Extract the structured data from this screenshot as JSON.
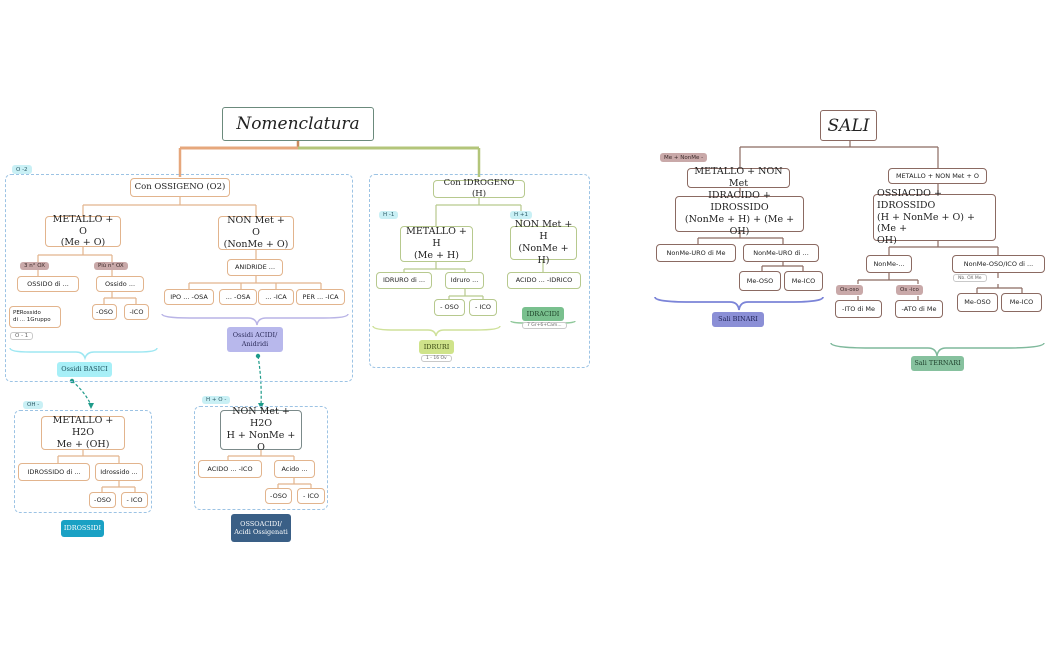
{
  "title": "Nomenclatura",
  "sali_title": "SALI",
  "tags": {
    "o_minus2": "O -2",
    "ox_plus3": "3 n° OX",
    "ox_piu": "Più n° OX",
    "o_range": "O - 1",
    "oh": "OH -",
    "h_o": "H +    O -",
    "h_minus1": "H -1",
    "h_plus1": "H +1",
    "idruri_note": "1 - 16 Ov",
    "idracidi_note": "7 Gr+6+Cam...",
    "me_nonme": "Me +   NonMe -",
    "os_oso": "Os-oso",
    "os_ico": "Os -ico",
    "nb_ox": "Nb. OX Me"
  },
  "ossigeno": {
    "head": "Con OSSIGENO (O2)",
    "metallo_o": "METALLO + O\n(Me + O)",
    "nonmet_o": "NON Met + O\n(NonMe + O)",
    "ossido_di": "OSSIDO di ...",
    "ossido": "Ossido ...",
    "perossido": "PERossido\ndi ... 1Gruppo",
    "oso": "-OSO",
    "ico": "-ICO",
    "anidride": "ANIDRIDE ...",
    "ipo_osa": "IPO ... -OSA",
    "osa": "... -OSA",
    "ica": "... -ICA",
    "per_ica": "PER ... -ICA",
    "ossidi_basici": "Ossidi BASICI",
    "ossidi_acidi": "Ossidi ACIDI/\nAnidridi"
  },
  "idrossidi": {
    "head": "METALLO + H2O\nMe + (OH)",
    "idrossido_di": "IDROSSIDO di ...",
    "idrossido": "Idrossido ...",
    "oso": "-OSO",
    "ico": "- ICO",
    "label": "IDROSSIDI"
  },
  "ossoacidi": {
    "head": "NON Met + H2O\nH + NonMe + O",
    "acido_ico": "ACIDO ... -ICO",
    "acido": "Acido ...",
    "oso": "-OSO",
    "ico": "- ICO",
    "label": "OSSOACIDI/\nAcidi Ossigenati"
  },
  "idrogeno": {
    "head": "Con IDROGENO (H)",
    "metallo_h": "METALLO + H\n(Me + H)",
    "nonmet_h": "NON Met + H\n(NonMe + H)",
    "idruro_di": "IDRURO di ...",
    "idruro": "Idruro ...",
    "oso": "- OSO",
    "ico": "- ICO",
    "acido_idrico": "ACIDO ... -IDRICO",
    "idruri": "IDRURI",
    "idracidi": "IDRACIDI"
  },
  "sali": {
    "metallo_nonmet": "METALLO + NON Met",
    "metallo_nonmet_o": "METALLO + NON Met + O",
    "idracido_idrossido": "IDRACIDO + IDROSSIDO\n(NonMe + H) + (Me + OH)",
    "ossiacido_idrossido": "OSSIACDO + IDROSSIDO\n(H + NonMe + O) + (Me +\nOH)",
    "nonme_uro_di_me": "NonMe-URO di Me",
    "nonme_uro_di": "NonMe-URO di ...",
    "me_oso": "Me-OSO",
    "me_ico": "Me-ICO",
    "nonme": "NonMe-...",
    "nonme_oso_ico_di": "NonMe-OSO/ICO di ...",
    "ito_di_me": "-ITO di Me",
    "ato_di_me": "-ATO di Me",
    "me_oso2": "Me-OSO",
    "me_ico2": "Me-ICO",
    "sali_binari": "Sali BINARI",
    "sali_ternari": "Sali TERNARI"
  },
  "colors": {
    "orange_border": "#e2b48d",
    "green_border": "#b7c98e",
    "brown_border": "#8b6a62",
    "dashed_frame": "#9cc3e4",
    "teal_arrow": "#1f9b8a"
  }
}
